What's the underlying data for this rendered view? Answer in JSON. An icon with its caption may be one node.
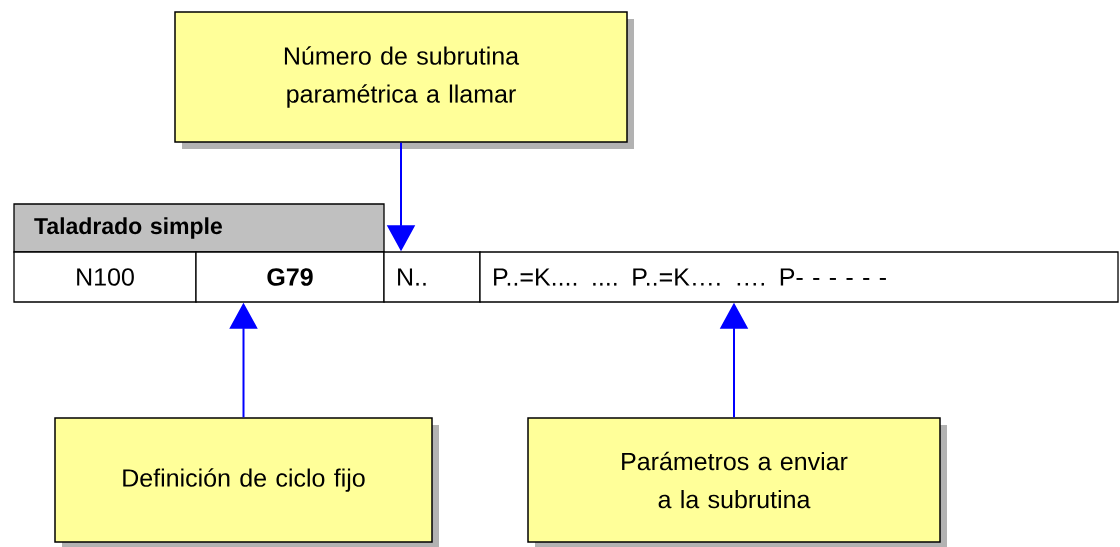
{
  "diagram": {
    "nodes": [
      {
        "text": [
          "Número de subrutina paramétrica a llamar"
        ]
      },
      {
        "text": [
          "Taladrado simple"
        ]
      },
      {
        "text": [
          "N100"
        ]
      },
      {
        "text": [
          "G79"
        ]
      },
      {
        "text": [
          "N.."
        ]
      },
      {
        "text": [
          "P..=K.... .... P..=K…. …. P- - - - - -"
        ]
      },
      {
        "text": [
          "Definición de ciclo fijo"
        ]
      },
      {
        "text": [
          "Parámetros a enviar a la subrutina"
        ]
      }
    ],
    "edges": [
      {
        "from": 0,
        "to": 4,
        "arrow": "to"
      },
      {
        "from": 6,
        "to": 3,
        "arrow": "to"
      },
      {
        "from": 7,
        "to": 5,
        "arrow": "to"
      }
    ]
  }
}
